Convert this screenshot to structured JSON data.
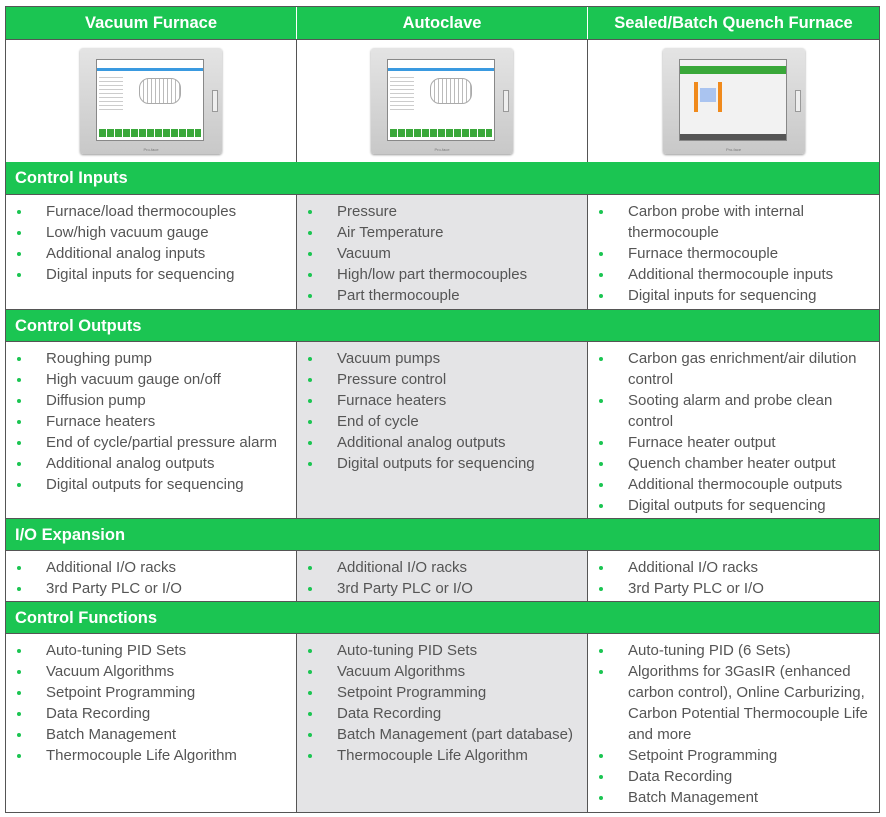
{
  "columns": [
    "Vacuum Furnace",
    "Autoclave",
    "Sealed/Batch Quench Furnace"
  ],
  "brand": "Pro-face",
  "sections": [
    {
      "title": "Control Inputs",
      "cols": [
        [
          "Furnace/load thermocouples",
          "Low/high vacuum gauge",
          "Additional analog inputs",
          "Digital inputs for sequencing"
        ],
        [
          "Pressure",
          "Air Temperature",
          "Vacuum",
          "High/low part thermocouples",
          "Part thermocouple"
        ],
        [
          "Carbon probe with internal thermocouple",
          "Furnace thermocouple",
          "Additional thermocouple inputs",
          "Digital inputs for sequencing"
        ]
      ]
    },
    {
      "title": "Control Outputs",
      "cols": [
        [
          "Roughing pump",
          "High vacuum gauge on/off",
          "Diffusion pump",
          "Furnace heaters",
          "End of cycle/partial pressure alarm",
          "Additional analog outputs",
          "Digital outputs for sequencing"
        ],
        [
          "Vacuum pumps",
          "Pressure control",
          "Furnace heaters",
          "End of cycle",
          "Additional analog outputs",
          "Digital outputs for sequencing"
        ],
        [
          "Carbon gas enrichment/air dilution control",
          "Sooting alarm and probe clean control",
          "Furnace heater output",
          "Quench chamber heater output",
          "Additional thermocouple outputs",
          "Digital outputs for sequencing"
        ]
      ]
    },
    {
      "title": "I/O Expansion",
      "cols": [
        [
          "Additional I/O racks",
          "3rd Party PLC or I/O"
        ],
        [
          "Additional I/O racks",
          "3rd Party PLC or I/O"
        ],
        [
          "Additional I/O racks",
          "3rd Party PLC or I/O"
        ]
      ]
    },
    {
      "title": "Control Functions",
      "cols": [
        [
          "Auto-tuning PID Sets",
          "Vacuum Algorithms",
          "Setpoint Programming",
          "Data Recording",
          "Batch Management",
          "Thermocouple Life Algorithm"
        ],
        [
          "Auto-tuning PID Sets",
          "Vacuum Algorithms",
          "Setpoint Programming",
          "Data Recording",
          "Batch Management (part database)",
          "Thermocouple Life Algorithm"
        ],
        [
          "Auto-tuning PID (6 Sets)",
          "Algorithms for 3GasIR (enhanced carbon control), Online Carburizing, Carbon Potential Thermocouple Life and more",
          "Setpoint Programming",
          "Data Recording",
          "Batch Management"
        ]
      ]
    }
  ]
}
